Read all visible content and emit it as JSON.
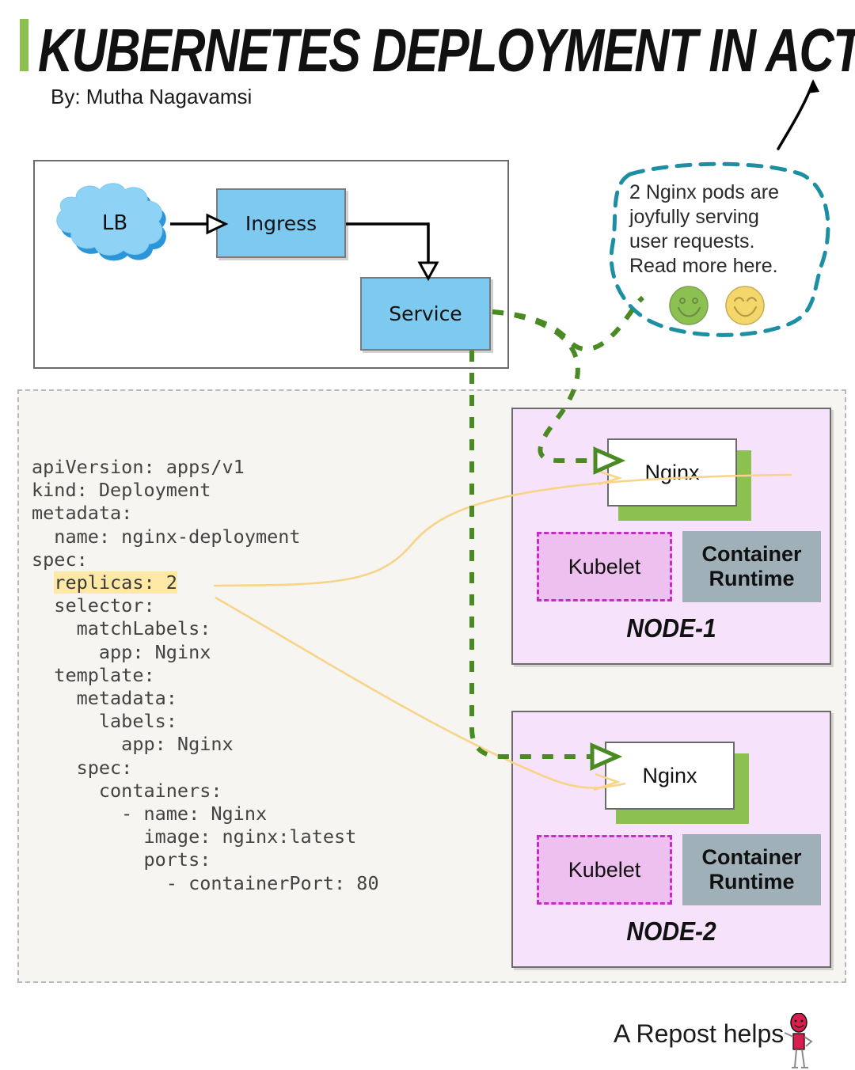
{
  "header": {
    "title": "KUBERNETES DEPLOYMENT IN ACTION!",
    "byline": "By: Mutha Nagavamsi",
    "accent_color": "#8cc152"
  },
  "architecture": {
    "load_balancer": "LB",
    "ingress": "Ingress",
    "service": "Service",
    "box_fill": "#7ec9f0"
  },
  "callout": {
    "text": "2 Nginx pods are joyfully serving user requests. Read more here.",
    "line1": "2 Nginx pods are",
    "line2": "joyfully serving",
    "line3": "user requests.",
    "line4": "Read more here.",
    "border_color": "#1d8fa3",
    "emoji": [
      {
        "name": "smiling-face-green",
        "color": "#8cc152"
      },
      {
        "name": "smiling-face-yellow",
        "color": "#f4d76a"
      }
    ]
  },
  "manifest": {
    "language": "yaml",
    "highlight_line": "replicas: 2",
    "highlight_color": "#fde8a6",
    "lines": [
      {
        "pre": "apiVersion: apps/v1",
        "hl": null,
        "post": ""
      },
      {
        "pre": "kind: Deployment",
        "hl": null,
        "post": ""
      },
      {
        "pre": "metadata:",
        "hl": null,
        "post": ""
      },
      {
        "pre": "  name: nginx-deployment",
        "hl": null,
        "post": ""
      },
      {
        "pre": "spec:",
        "hl": null,
        "post": ""
      },
      {
        "pre": "  ",
        "hl": "replicas: 2",
        "post": ""
      },
      {
        "pre": "  selector:",
        "hl": null,
        "post": ""
      },
      {
        "pre": "    matchLabels:",
        "hl": null,
        "post": ""
      },
      {
        "pre": "      app: Nginx",
        "hl": null,
        "post": ""
      },
      {
        "pre": "  template:",
        "hl": null,
        "post": ""
      },
      {
        "pre": "    metadata:",
        "hl": null,
        "post": ""
      },
      {
        "pre": "      labels:",
        "hl": null,
        "post": ""
      },
      {
        "pre": "        app: Nginx",
        "hl": null,
        "post": ""
      },
      {
        "pre": "    spec:",
        "hl": null,
        "post": ""
      },
      {
        "pre": "      containers:",
        "hl": null,
        "post": ""
      },
      {
        "pre": "        - name: Nginx",
        "hl": null,
        "post": ""
      },
      {
        "pre": "          image: nginx:latest",
        "hl": null,
        "post": ""
      },
      {
        "pre": "          ports:",
        "hl": null,
        "post": ""
      },
      {
        "pre": "            - containerPort: 80",
        "hl": null,
        "post": ""
      }
    ]
  },
  "nodes": [
    {
      "name": "NODE-1",
      "pod": "Nginx",
      "kubelet": "Kubelet",
      "runtime_line1": "Container",
      "runtime_line2": "Runtime",
      "fill": "#f6e3fb"
    },
    {
      "name": "NODE-2",
      "pod": "Nginx",
      "kubelet": "Kubelet",
      "runtime_line1": "Container",
      "runtime_line2": "Runtime",
      "fill": "#f6e3fb"
    }
  ],
  "footer": {
    "text": "A Repost helps",
    "figure_color": "#d61f4e"
  },
  "colors": {
    "traffic_arrow": "#4a8a22",
    "replica_arrow": "#f7d488",
    "kubelet_border": "#c42ec4",
    "runtime_fill": "#9fb0b9",
    "pod_accent": "#8cc152"
  }
}
